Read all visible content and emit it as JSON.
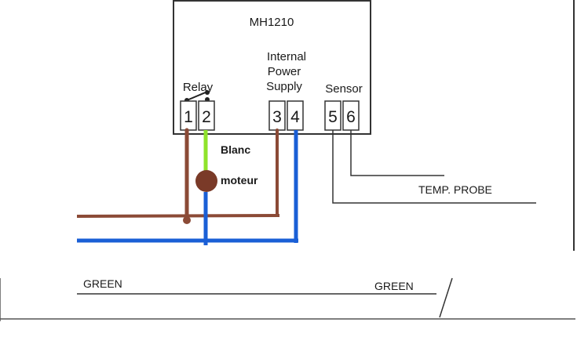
{
  "diagram": {
    "module_title": "MH1210",
    "groups": {
      "relay": "Relay",
      "power": [
        "Internal",
        "Power",
        "Supply"
      ],
      "sensor": "Sensor"
    },
    "terminals": [
      "1",
      "2",
      "3",
      "4",
      "5",
      "6"
    ],
    "annotations": {
      "white_wire": "Blanc",
      "motor": "moteur",
      "probe": "TEMP. PROBE",
      "ground_left": "GREEN",
      "ground_right": "GREEN"
    },
    "colors": {
      "brown": "#8b4a36",
      "blue": "#1a5fd6",
      "lime": "#8fe32b",
      "motor": "#7a3a28",
      "line": "#333333"
    }
  }
}
